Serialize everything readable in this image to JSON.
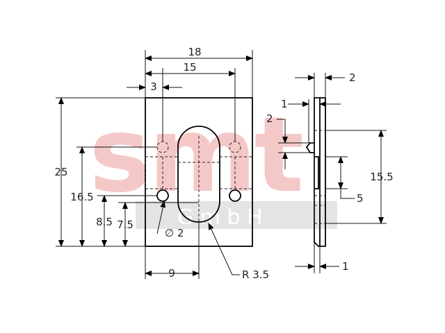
{
  "watermark": {
    "big_text": "smt",
    "small_text": "G m b H",
    "big_color": "#f5c8c8",
    "small_color": "#e4e4e4"
  },
  "front_view": {
    "width_total": "18",
    "hole_spacing": "15",
    "edge_offset": "3",
    "height_total": "25",
    "upper_hole_height": "16.5",
    "lower_hole_height": "8.5",
    "slot_bottom_height": "7.5",
    "hole_diameter": "∅ 2",
    "slot_center_x": "9",
    "slot_radius": "R 3.5"
  },
  "side_view": {
    "thickness": "2",
    "step": "1",
    "pin_height": "2",
    "recess_height": "15.5",
    "recess_depth": "5",
    "bottom_thickness": "1"
  }
}
